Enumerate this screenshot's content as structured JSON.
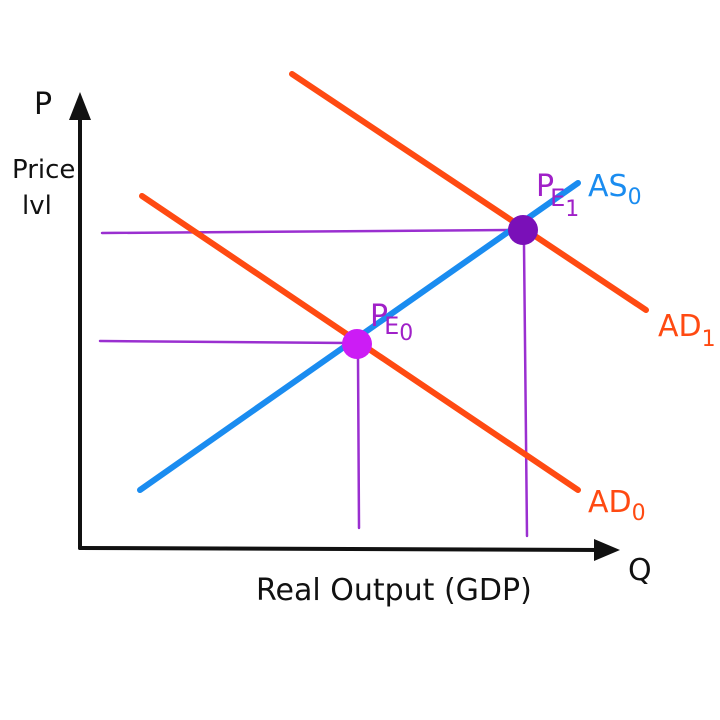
{
  "axes": {
    "y_symbol": "P",
    "y_label_line1": "Price",
    "y_label_line2": "lvl",
    "x_symbol": "Q",
    "x_label": "Real Output (GDP)"
  },
  "curves": {
    "as0": {
      "label": "AS",
      "sub": "0",
      "color": "#1a8cf0"
    },
    "ad0": {
      "label": "AD",
      "sub": "0",
      "color": "#ff4a12"
    },
    "ad1": {
      "label": "AD",
      "sub": "1",
      "color": "#ff4a12"
    }
  },
  "equilibria": {
    "e0": {
      "label_main": "P",
      "label_sub": "E",
      "label_idx": "0",
      "color": "#cc1cf5"
    },
    "e1": {
      "label_main": "P",
      "label_sub": "E",
      "label_idx": "1",
      "color": "#7a10b8"
    }
  },
  "colors": {
    "axis": "#111111",
    "guide": "#9a2fd0"
  }
}
